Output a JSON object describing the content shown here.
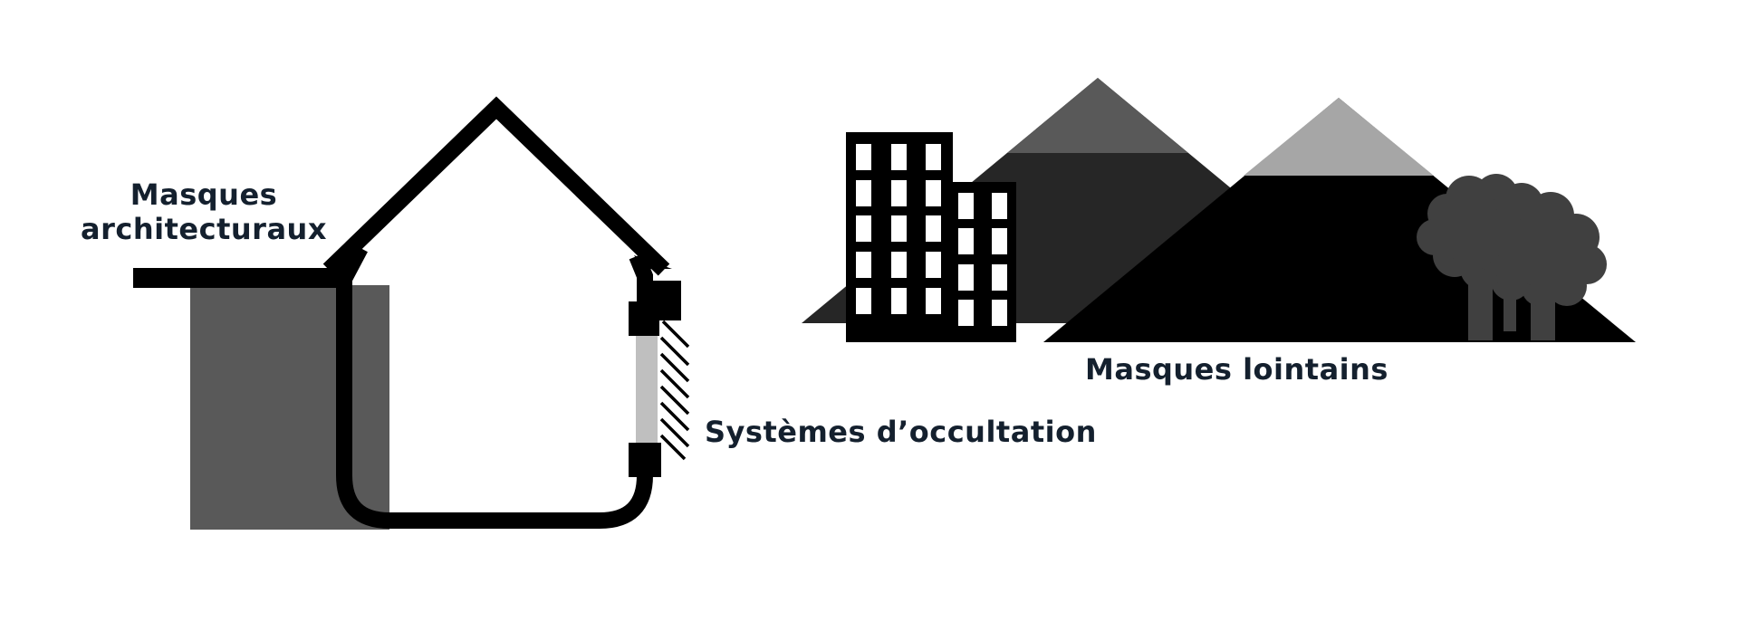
{
  "labels": {
    "architectural_line1": "Masques",
    "architectural_line2": "architecturaux",
    "occultation": "Systèmes d’occultation",
    "distant": "Masques lointains"
  },
  "colors": {
    "label_text": "#14202e",
    "black": "#000000",
    "shade_dark": "#262626",
    "shade_mid": "#595959",
    "shade_light": "#a6a6a6",
    "glass": "#bfbfbf",
    "tree": "#404040",
    "background": "#ffffff"
  }
}
